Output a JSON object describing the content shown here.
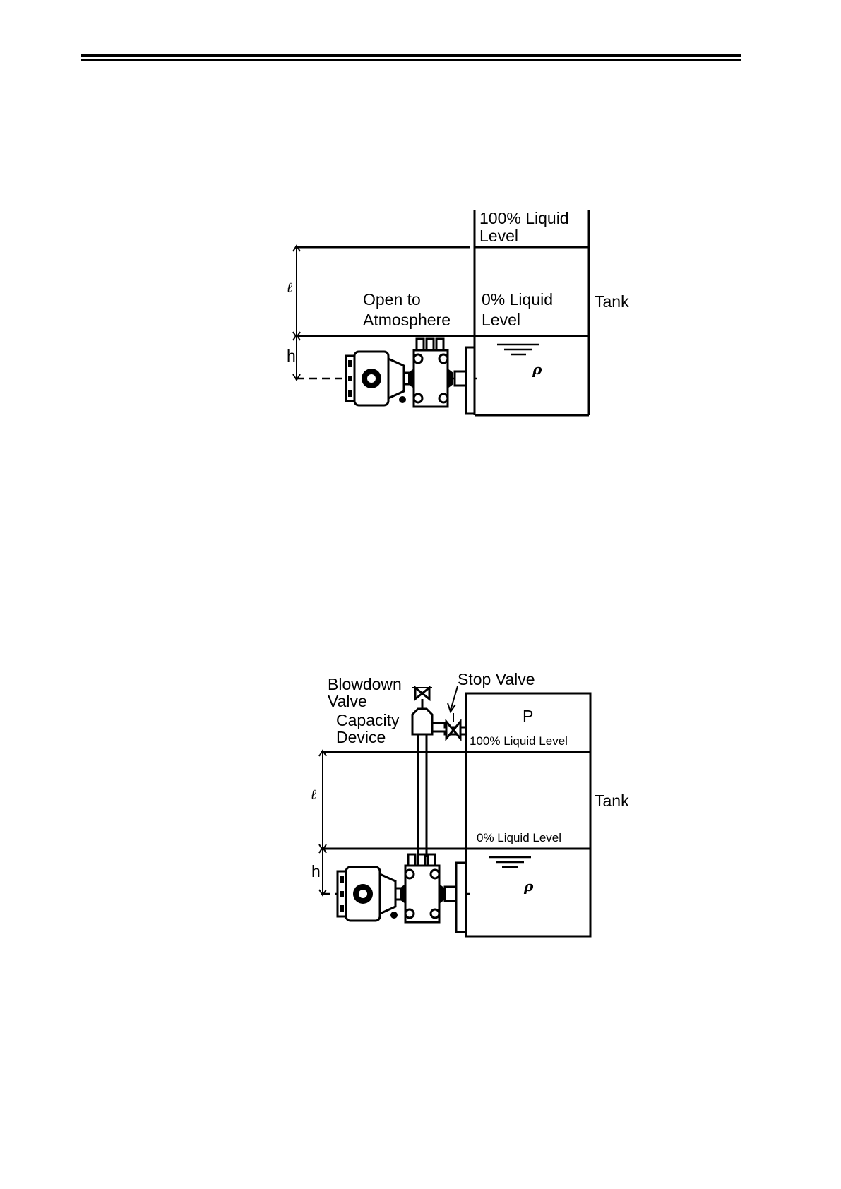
{
  "diagram1": {
    "level_100": [
      "100% Liquid",
      "Level"
    ],
    "level_0": [
      "0% Liquid",
      "Level"
    ],
    "open_to": [
      "Open to",
      "Atmosphere"
    ],
    "tank": "Tank",
    "span_symbol": "ℓ",
    "offset_symbol": "h",
    "density_symbol": "ρ"
  },
  "diagram2": {
    "blowdown": [
      "Blowdown",
      "Valve"
    ],
    "capacity": [
      "Capacity",
      "Device"
    ],
    "stop_valve": "Stop Valve",
    "pressure_symbol": "P",
    "level_100": "100% Liquid Level",
    "level_0": "0% Liquid Level",
    "tank": "Tank",
    "span_symbol": "ℓ",
    "offset_symbol": "h",
    "density_symbol": "ρ"
  }
}
